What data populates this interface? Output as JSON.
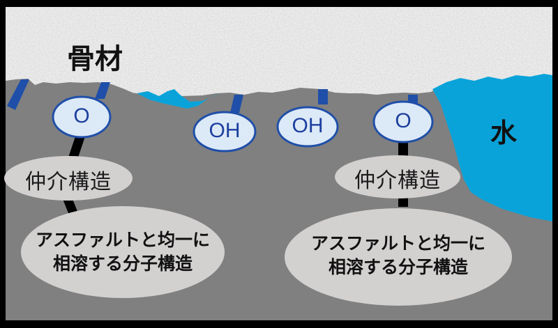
{
  "diagram": {
    "colors": {
      "aggregate": "#ececec",
      "asphalt": "#808080",
      "water": "#0aa3d9",
      "bond_blue": "#1f4fa8",
      "group_fill": "#dce9f7",
      "group_stroke": "#1f4fa8",
      "group_text": "#1c3f9e",
      "ellipse_gray": "#d3d0d0",
      "link_black": "#000000",
      "frame": "#000000"
    },
    "regions": {
      "aggregate_label": "骨材",
      "water_label": "水"
    },
    "functional_groups": [
      {
        "id": "o-left",
        "label": "O"
      },
      {
        "id": "oh-1",
        "label": "OH"
      },
      {
        "id": "oh-2",
        "label": "OH"
      },
      {
        "id": "o-right",
        "label": "O"
      }
    ],
    "mediator_structures": [
      {
        "id": "mediator-left",
        "label": "仲介構造"
      },
      {
        "id": "mediator-right",
        "label": "仲介構造"
      }
    ],
    "compatible_molecules": [
      {
        "id": "molecule-left",
        "line1": "アスファルトと均一に",
        "line2": "相溶する分子構造"
      },
      {
        "id": "molecule-right",
        "line1": "アスファルトと均一に",
        "line2": "相溶する分子構造"
      }
    ]
  }
}
